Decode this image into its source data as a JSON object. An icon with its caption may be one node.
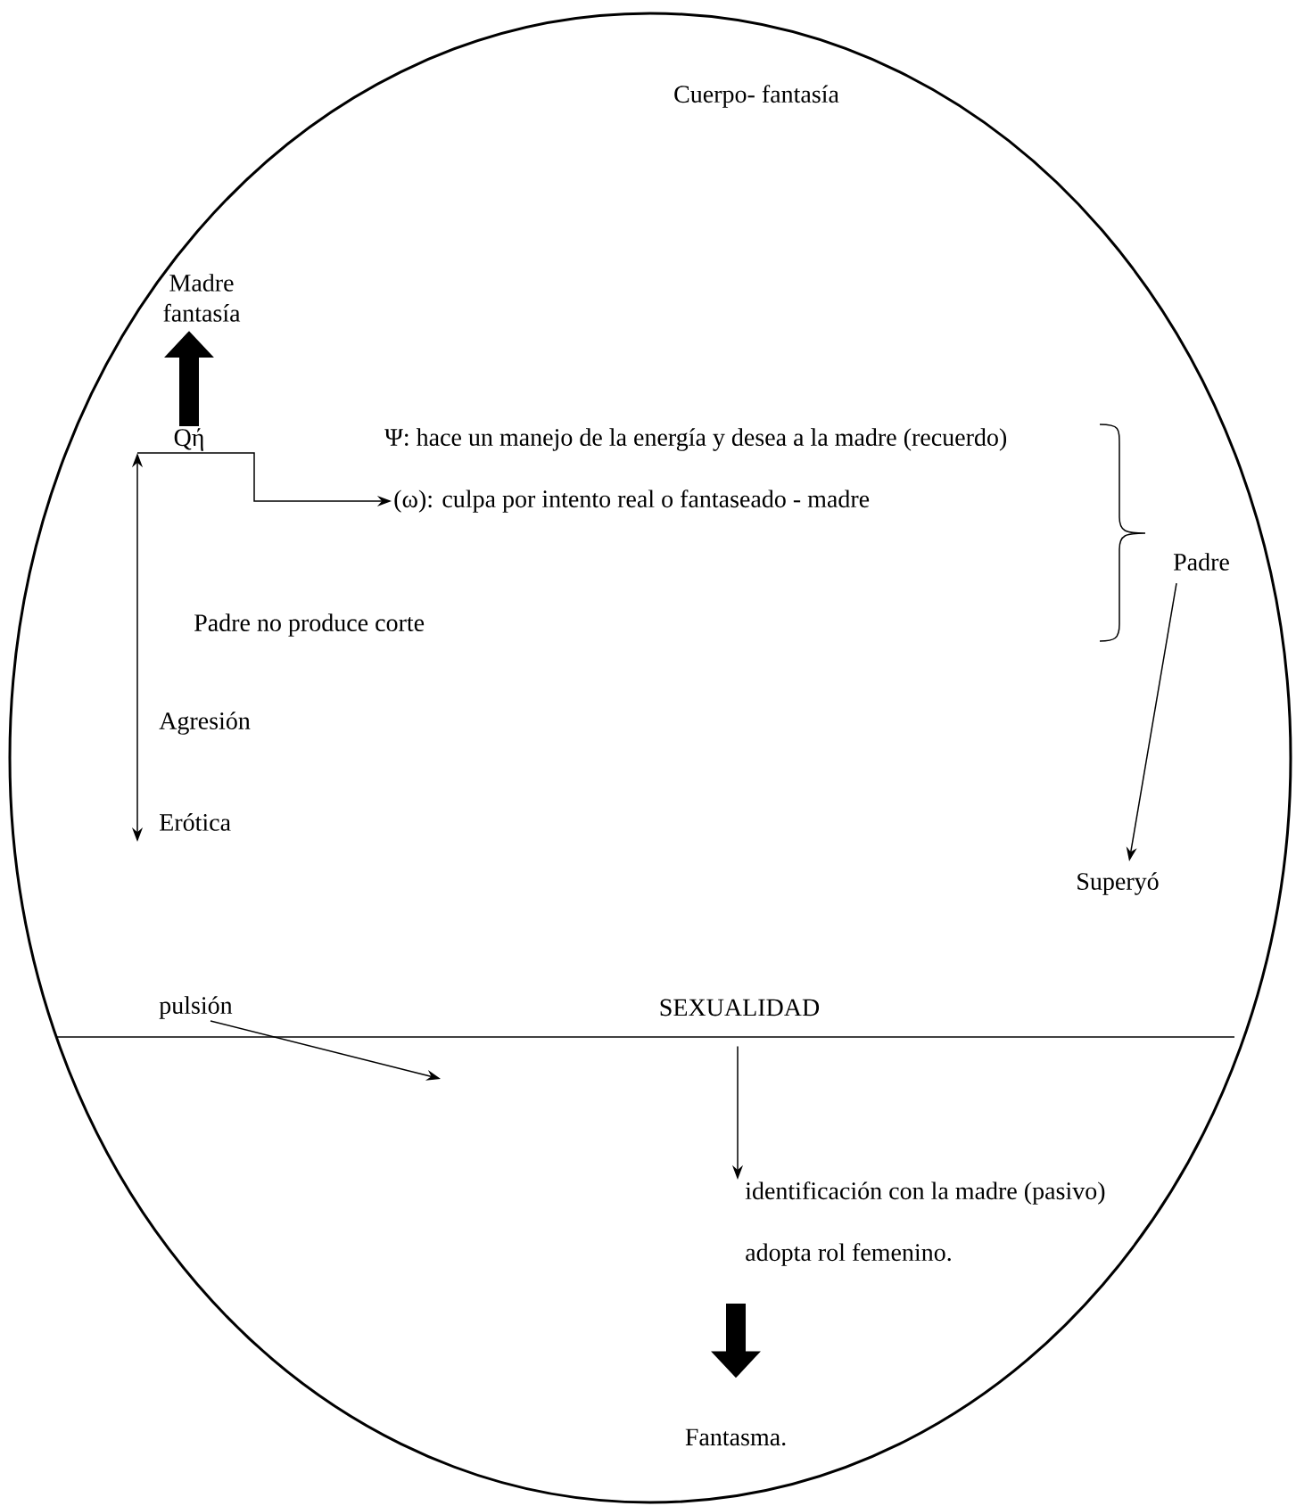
{
  "diagram": {
    "nodes": [
      {
        "text": [
          "Cuerpo- fantasía"
        ]
      },
      {
        "text": [
          "Madre fantasía"
        ],
        "in": 0
      },
      {
        "text": [
          "Qή"
        ],
        "in": 0
      },
      {
        "text": [
          "Ψ: hace un manejo de la energía y desea a la madre (recuerdo)"
        ],
        "in": 0
      },
      {
        "text": [
          "(ω): culpa por intento real o fantaseado - madre"
        ],
        "in": 0
      },
      {
        "text": [
          "Padre"
        ],
        "in": 0
      },
      {
        "text": [
          "Padre no produce corte"
        ],
        "in": 0
      },
      {
        "text": [
          "Agresión"
        ],
        "in": 0
      },
      {
        "text": [
          "Erótica"
        ],
        "in": 0
      },
      {
        "text": [
          "Superyó"
        ],
        "in": 0
      },
      {
        "text": [
          "pulsión"
        ],
        "in": 0
      },
      {
        "text": [
          "SEXUALIDAD"
        ],
        "in": 0
      },
      {
        "text": [
          "identificación con la madre (pasivo)"
        ],
        "in": 0
      },
      {
        "text": [
          "adopta rol femenino."
        ],
        "in": 0
      },
      {
        "text": [
          "Fantasma."
        ],
        "in": 0
      }
    ],
    "edges": [
      {
        "from": 2,
        "to": 1,
        "arrow": "to",
        "style": "thick"
      },
      {
        "from": 2,
        "to": 4,
        "arrow": "to"
      },
      {
        "from": 2,
        "to": 8,
        "arrow": "both"
      },
      {
        "from": 5,
        "to": 9,
        "arrow": "to"
      },
      {
        "from": 10,
        "to": null,
        "arrow": "to"
      },
      {
        "from": 11,
        "to": 12,
        "arrow": "to"
      },
      {
        "from": 13,
        "to": 14,
        "arrow": "to",
        "style": "thick"
      }
    ]
  }
}
